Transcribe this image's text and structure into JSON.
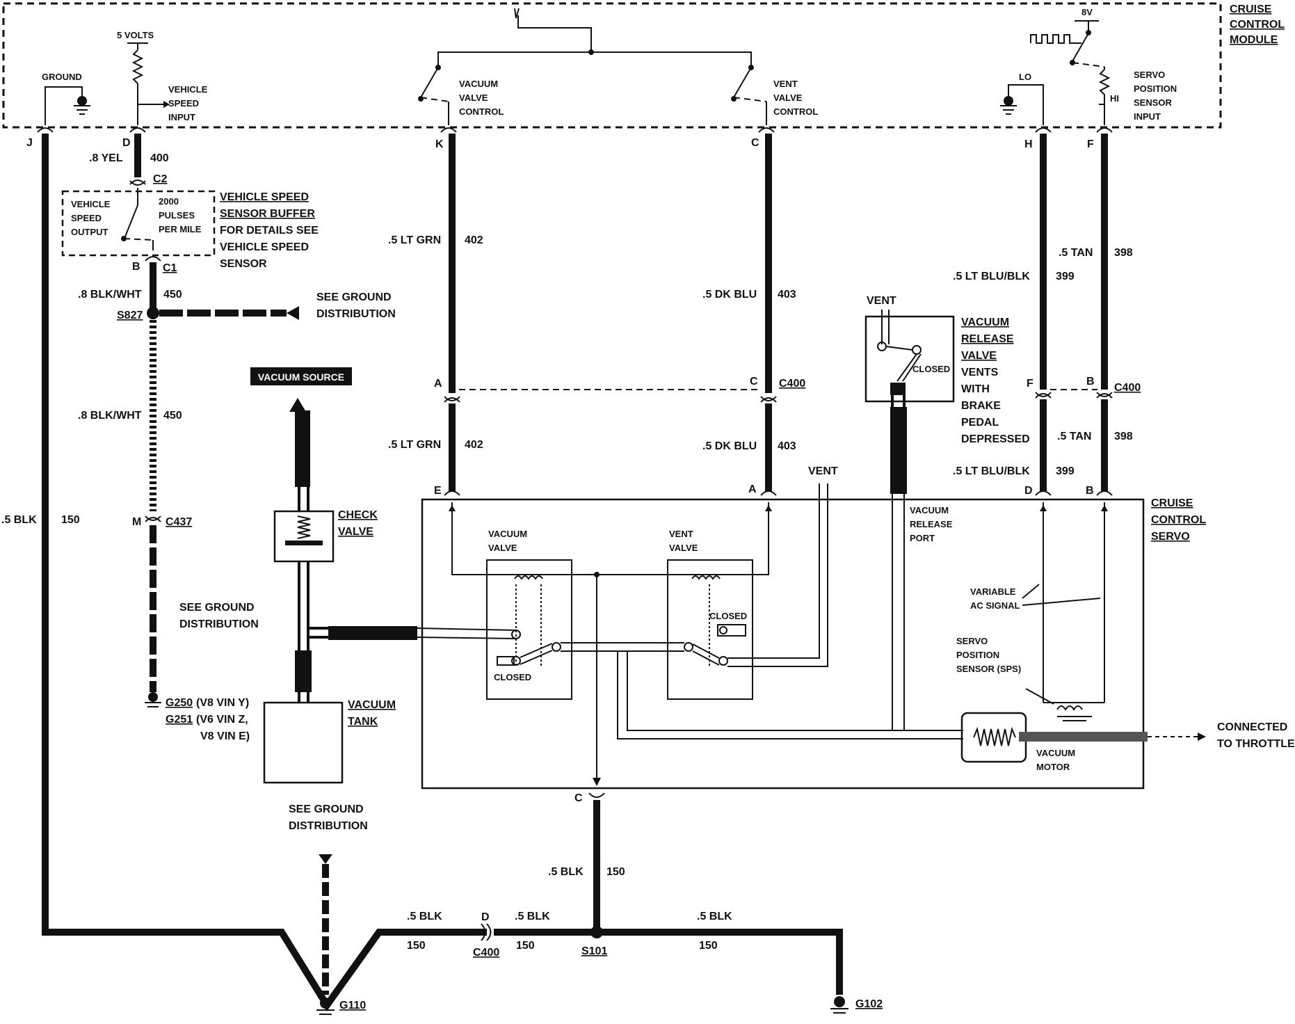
{
  "module": {
    "title_lines": [
      "CRUISE",
      "CONTROL",
      "MODULE"
    ],
    "five_volts": "5 VOLTS",
    "eight_volts": "8V",
    "ground": "GROUND",
    "vss_input_lines": [
      "VEHICLE",
      "SPEED",
      "INPUT"
    ],
    "vacuum_valve_control_lines": [
      "VACUUM",
      "VALVE",
      "CONTROL"
    ],
    "vent_valve_control_lines": [
      "VENT",
      "VALVE",
      "CONTROL"
    ],
    "lo": "LO",
    "hi": "HI",
    "sps_input_lines": [
      "SERVO",
      "POSITION",
      "SENSOR",
      "INPUT"
    ],
    "pins": {
      "j": "J",
      "d": "D",
      "k": "K",
      "c": "C",
      "h": "H",
      "f": "F"
    }
  },
  "vss_buffer": {
    "output_lines": [
      "VEHICLE",
      "SPEED",
      "OUTPUT"
    ],
    "pulse_lines": [
      "2000",
      "PULSES",
      "PER MILE"
    ],
    "desc_lines": [
      "VEHICLE SPEED",
      "SENSOR BUFFER",
      "FOR DETAILS SEE",
      "VEHICLE SPEED",
      "SENSOR"
    ],
    "c2": "C2",
    "c1": "C1",
    "pin_b": "B"
  },
  "wires": {
    "w400_color": ".8 YEL",
    "w400_circuit": "400",
    "w450_color": ".8 BLK/WHT",
    "w450_circuit": "450",
    "w450b_color": ".8 BLK/WHT",
    "w450b_circuit": "450",
    "w150_color": ".5 BLK",
    "w150_circuit": "150",
    "w402_color": ".5 LT GRN",
    "w402_circuit": "402",
    "w402b_color": ".5 LT GRN",
    "w402b_circuit": "402",
    "w403_color": ".5 DK BLU",
    "w403_circuit": "403",
    "w403b_color": ".5 DK BLU",
    "w403b_circuit": "403",
    "w399_color": ".5 LT BLU/BLK",
    "w399_circuit": "399",
    "w399b_color": ".5 LT BLU/BLK",
    "w399b_circuit": "399",
    "w398_color": ".5 TAN",
    "w398_circuit": "398",
    "w398b_color": ".5 TAN",
    "w398b_circuit": "398",
    "servo_c_color": ".5 BLK",
    "servo_c_circuit": "150",
    "bottom_left_color": ".5 BLK",
    "bottom_left_circuit": "150",
    "bottom_mid_color": ".5 BLK",
    "bottom_mid_circuit": "150",
    "bottom_right_color": ".5 BLK",
    "bottom_right_circuit": "150"
  },
  "splices": {
    "s827": "S827",
    "s101": "S101"
  },
  "connectors": {
    "c437": "C437",
    "c437_pin": "M",
    "c400_mid": "C400",
    "c400_pin_a": "A",
    "c400_pin_c": "C",
    "c400_right": "C400",
    "c400_pin_f": "F",
    "c400_pin_b": "B",
    "c400_bottom": "C400",
    "c400_pin_d": "D"
  },
  "grounds": {
    "g250_line1": "(V8 VIN Y)",
    "g250": "G250",
    "g251": "G251",
    "g251_line2": "(V6 VIN Z,",
    "g251_line3": "V8 VIN E)",
    "g110": "G110",
    "g102": "G102",
    "see_ground_1": [
      "SEE GROUND",
      "DISTRIBUTION"
    ],
    "see_ground_2": [
      "SEE GROUND",
      "DISTRIBUTION"
    ],
    "see_ground_3": [
      "SEE GROUND",
      "DISTRIBUTION"
    ]
  },
  "vacuum": {
    "source": "VACUUM SOURCE",
    "check_valve_lines": [
      "CHECK",
      "VALVE"
    ],
    "tank_lines": [
      "VACUUM",
      "TANK"
    ],
    "release_vent": "VENT",
    "release_closed": "CLOSED",
    "release_desc_lines": [
      "VACUUM",
      "RELEASE",
      "VALVE",
      "VENTS",
      "WITH",
      "BRAKE",
      "PEDAL",
      "DEPRESSED"
    ],
    "vent_label": "VENT"
  },
  "servo": {
    "title_lines": [
      "CRUISE",
      "CONTROL",
      "SERVO"
    ],
    "pin_e": "E",
    "pin_a": "A",
    "pin_d": "D",
    "pin_b": "B",
    "pin_c": "C",
    "vacuum_valve_lines": [
      "VACUUM",
      "VALVE"
    ],
    "vent_valve_lines": [
      "VENT",
      "VALVE"
    ],
    "closed_1": "CLOSED",
    "closed_2": "CLOSED",
    "release_port_lines": [
      "VACUUM",
      "RELEASE",
      "PORT"
    ],
    "ac_signal_lines": [
      "VARIABLE",
      "AC SIGNAL"
    ],
    "sps_lines": [
      "SERVO",
      "POSITION",
      "SENSOR (SPS)"
    ],
    "motor_lines": [
      "VACUUM",
      "MOTOR"
    ],
    "throttle_lines": [
      "CONNECTED",
      "TO THROTTLE"
    ]
  }
}
